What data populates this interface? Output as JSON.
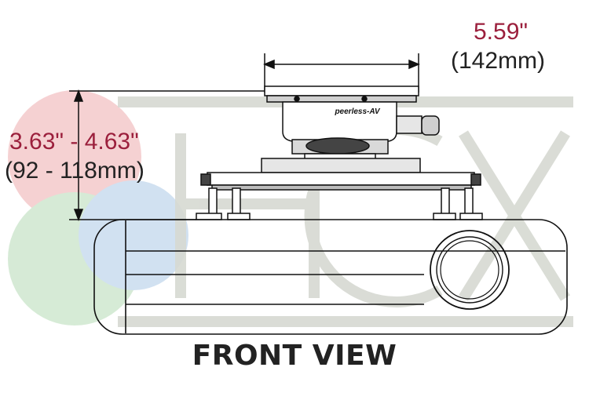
{
  "watermark": {
    "text": "HCX",
    "color": "#d6d9d2",
    "circle_colors": {
      "red": "#f4c9cb",
      "green": "#cfe7cf",
      "blue": "#c9dcef"
    }
  },
  "dimensions": {
    "width": {
      "imperial": "5.59\"",
      "metric": "(142mm)"
    },
    "height": {
      "imperial": "3.63\" - 4.63\"",
      "metric": "(92 - 118mm)"
    }
  },
  "device": {
    "brand_label": "peerless-AV"
  },
  "view_title": "FRONT VIEW",
  "colors": {
    "dimension_accent": "#9b1f3c",
    "line": "#111111",
    "text": "#222222"
  }
}
